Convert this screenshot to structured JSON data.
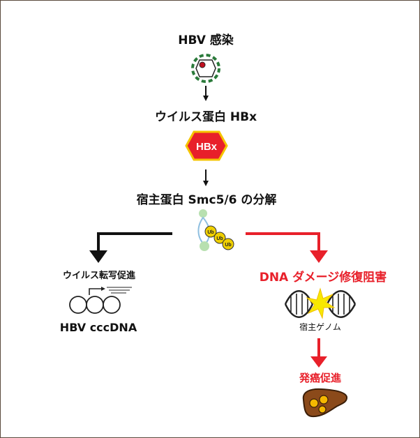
{
  "steps": {
    "infection": "HBV 感染",
    "protein": "ウイルス蛋白 HBx",
    "hbx_badge": "HBx",
    "degradation": "宿主蛋白 Smc5/6 の分解",
    "ub_tag": "Ub"
  },
  "left_branch": {
    "title": "ウイルス転写促進",
    "caption": "HBV cccDNA"
  },
  "right_branch": {
    "title": "DNA ダメージ修復阻害",
    "genome": "宿主ゲノム",
    "result": "発癌促進"
  },
  "colors": {
    "black_arrow": "#111111",
    "red_arrow": "#e8202a",
    "hbx_fill": "#e8202a",
    "hbx_border": "#f5c400",
    "ub_fill": "#f0d000",
    "virus_green": "#2a7a3a",
    "smc_green": "#b8e0b0",
    "liver_brown": "#8b4a1a",
    "spark_yellow": "#f8e800"
  },
  "icons": [
    "virus-icon",
    "hbx-hexagon-icon",
    "smc56-complex-icon",
    "cccdna-icon",
    "dna-damage-icon",
    "liver-tumor-icon"
  ]
}
